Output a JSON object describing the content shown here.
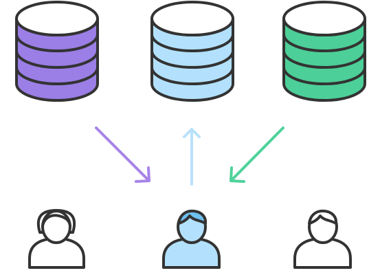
{
  "diagram": {
    "databases": [
      {
        "name": "database-purple",
        "color": "#9b7ee6"
      },
      {
        "name": "database-blue",
        "color": "#b3e1fd"
      },
      {
        "name": "database-green",
        "color": "#4ccf98"
      }
    ],
    "arrows": [
      {
        "name": "arrow-purple-to-user",
        "color": "#a783ea",
        "direction": "from-database-to-user"
      },
      {
        "name": "arrow-user-to-blue",
        "color": "#b9e1fb",
        "direction": "from-user-to-database"
      },
      {
        "name": "arrow-green-to-user",
        "color": "#4fd29b",
        "direction": "from-database-to-user"
      }
    ],
    "users": [
      {
        "name": "user-female",
        "icon": "user-female-icon",
        "fill": "#ffffff"
      },
      {
        "name": "user-center",
        "icon": "user-icon",
        "fill": "#b3e1fd"
      },
      {
        "name": "user-male",
        "icon": "user-male-icon",
        "fill": "#ffffff"
      }
    ],
    "stroke_color": "#333333"
  }
}
